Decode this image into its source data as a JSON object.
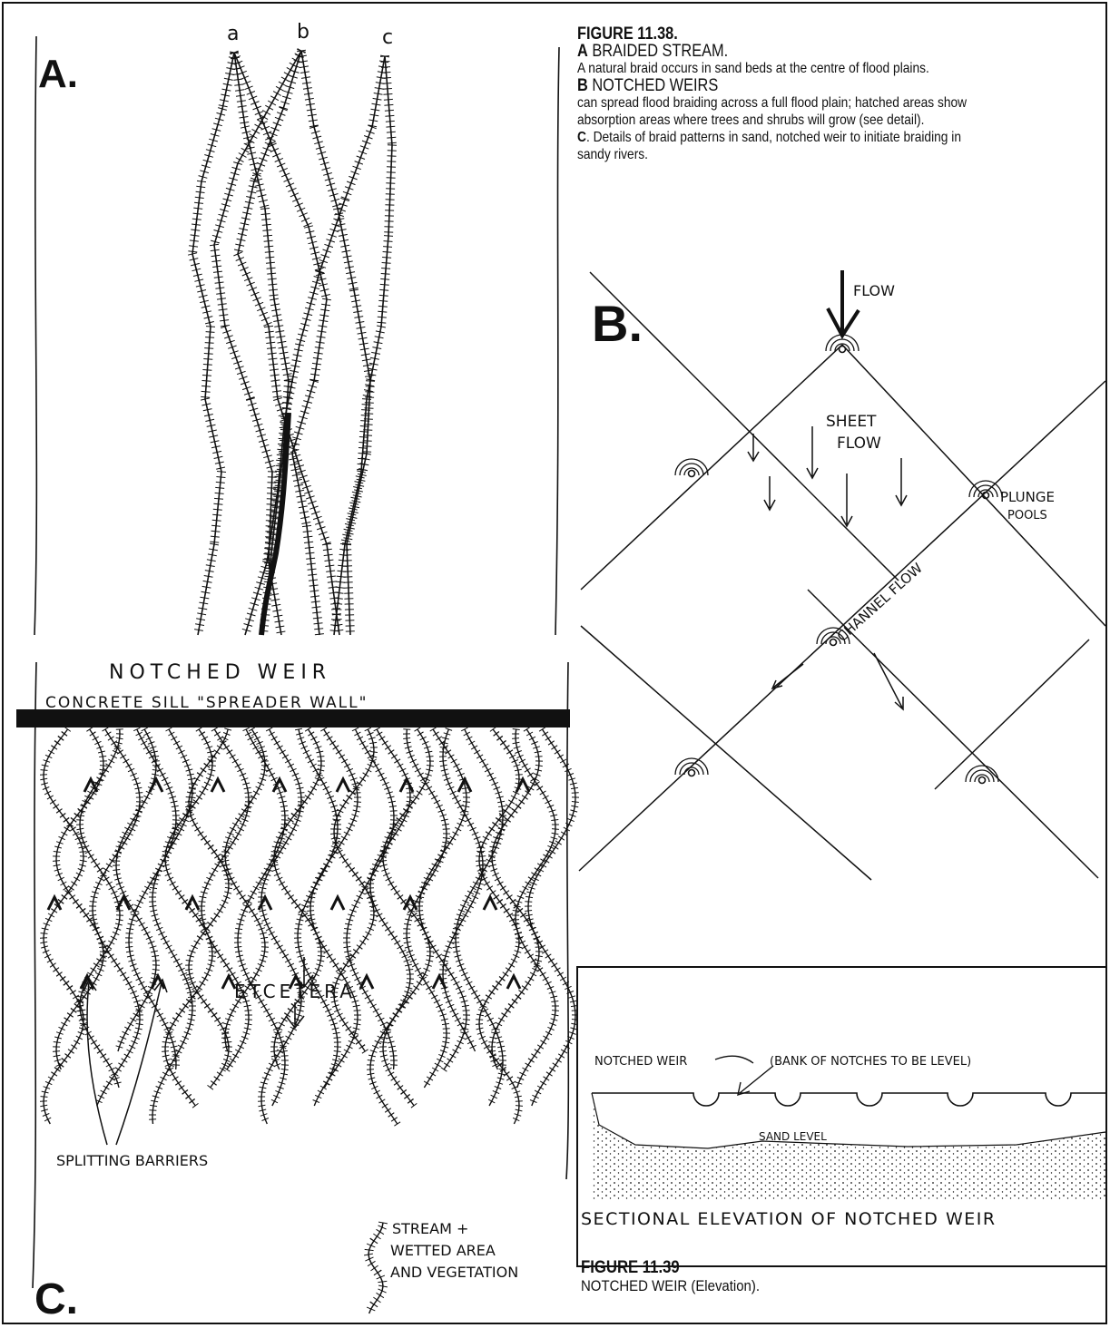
{
  "figure_1138": {
    "title": "FIGURE 11.38.",
    "a_heading": {
      "letter": "A",
      "text": "BRAIDED STREAM."
    },
    "a_text": "A natural braid occurs in sand beds at the centre of flood plains.",
    "b_heading": {
      "letter": "B",
      "text": "NOTCHED WEIRS"
    },
    "b_text_1": "can spread flood braiding across a full flood plain; hatched areas show",
    "b_text_2": "absorption areas where trees and shrubs will grow (see detail).",
    "c_text_1": {
      "letter": "C",
      "text": ". Details of braid patterns in sand, notched weir to initiate braiding in"
    },
    "c_text_2": "sandy rivers."
  },
  "panel_a": {
    "label": "A.",
    "streams": [
      "a",
      "b",
      "c"
    ]
  },
  "panel_b": {
    "label": "B.",
    "flow": "FLOW",
    "sheet_flow_1": "SHEET",
    "sheet_flow_2": "FLOW",
    "plunge_1": "PLUNGE",
    "plunge_2": "POOLS",
    "channel_flow": "CHANNEL FLOW"
  },
  "panel_c": {
    "label": "C.",
    "weir_title": "NOTCHED WEIR",
    "sill_label": "CONCRETE SILL \"SPREADER WALL\"",
    "etcetera": "ETCETERA",
    "splitting": "SPLITTING BARRIERS",
    "legend_1": "STREAM +",
    "legend_2": "WETTED AREA",
    "legend_3": "AND VEGETATION"
  },
  "figure_1139": {
    "notched_weir": "NOTCHED WEIR",
    "bank_note": "(BANK OF NOTCHES TO BE LEVEL)",
    "sand_level": "SAND LEVEL",
    "section_title": "SECTIONAL ELEVATION OF NOTCHED WEIR",
    "title": "FIGURE 11.39",
    "subtitle": "NOTCHED WEIR (Elevation)."
  },
  "colors": {
    "ink": "#111111",
    "paper": "#ffffff"
  }
}
